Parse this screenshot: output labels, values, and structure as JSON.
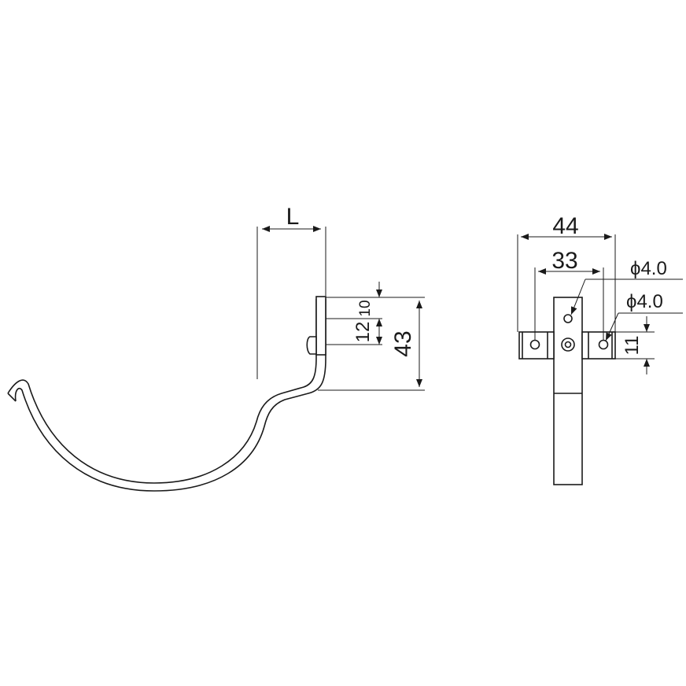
{
  "side_view": {
    "dim_length_label": "L",
    "dim_top_label": "10",
    "dim_mid_label": "12",
    "dim_height_label": "43"
  },
  "front_view": {
    "dim_outer_width_label": "44",
    "dim_hole_pitch_label": "33",
    "dim_hole_upper_label": "ϕ4.0",
    "dim_hole_side_label": "ϕ4.0",
    "dim_tab_height_label": "11"
  }
}
